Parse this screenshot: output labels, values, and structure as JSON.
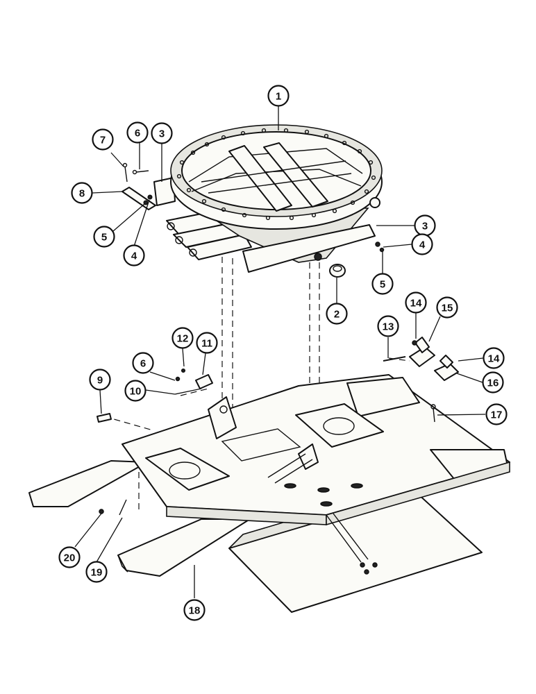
{
  "diagram": {
    "callouts": [
      {
        "id": "c1",
        "label": "1"
      },
      {
        "id": "c2",
        "label": "2"
      },
      {
        "id": "c3a",
        "label": "3"
      },
      {
        "id": "c3b",
        "label": "3"
      },
      {
        "id": "c4a",
        "label": "4"
      },
      {
        "id": "c4b",
        "label": "4"
      },
      {
        "id": "c5a",
        "label": "5"
      },
      {
        "id": "c5b",
        "label": "5"
      },
      {
        "id": "c6a",
        "label": "6"
      },
      {
        "id": "c6b",
        "label": "6"
      },
      {
        "id": "c7",
        "label": "7"
      },
      {
        "id": "c8",
        "label": "8"
      },
      {
        "id": "c9",
        "label": "9"
      },
      {
        "id": "c10",
        "label": "10"
      },
      {
        "id": "c11",
        "label": "11"
      },
      {
        "id": "c12",
        "label": "12"
      },
      {
        "id": "c13",
        "label": "13"
      },
      {
        "id": "c14a",
        "label": "14"
      },
      {
        "id": "c14b",
        "label": "14"
      },
      {
        "id": "c15",
        "label": "15"
      },
      {
        "id": "c16",
        "label": "16"
      },
      {
        "id": "c17",
        "label": "17"
      },
      {
        "id": "c18",
        "label": "18"
      },
      {
        "id": "c19",
        "label": "19"
      },
      {
        "id": "c20",
        "label": "20"
      }
    ]
  }
}
